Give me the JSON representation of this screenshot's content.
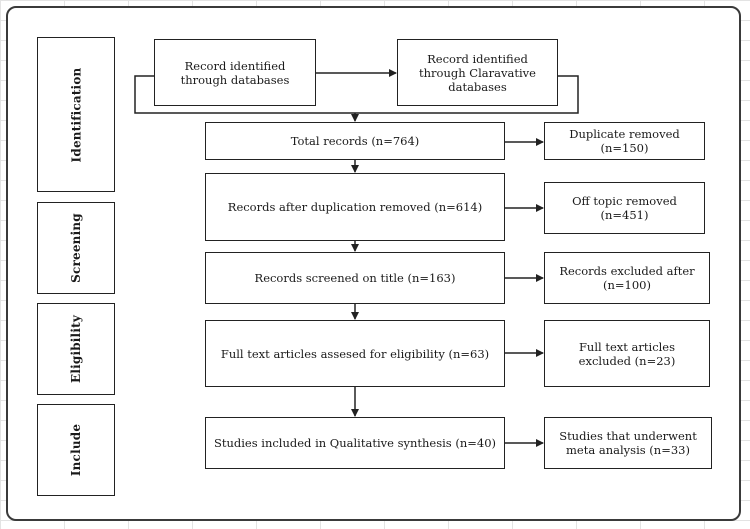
{
  "stages": {
    "identification": "Identification",
    "screening": "Screening",
    "eligibility": "Eligibility",
    "include": "Include"
  },
  "boxes": {
    "databases": "Record identified through databases",
    "other_databases": "Record identified through Claravative databases",
    "total_records": "Total records (n=764)",
    "duplicates_removed": "Duplicate  removed (n=150)",
    "after_duplication": "Records after duplication removed (n=614)",
    "off_topic": "Off topic removed (n=451)",
    "screened_title": "Records screened on title (n=163)",
    "excluded_after": "Records excluded after (n=100)",
    "full_text_assessed": "Full text articles assesed for eligibility (n=63)",
    "full_text_excluded": "Full text articles excluded (n=23)",
    "qualitative": "Studies included in Qualitative  synthesis (n=40)",
    "meta_analysis": "Studies that underwent meta analysis  (n=33)"
  },
  "colors": {
    "line": "#222222",
    "frame": "#3a3a3a"
  }
}
